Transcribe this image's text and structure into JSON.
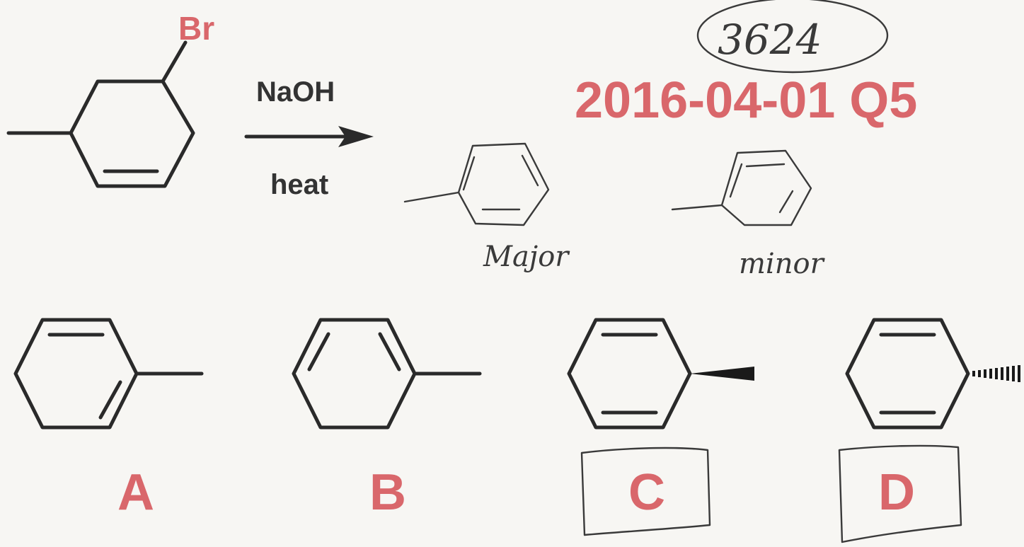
{
  "reaction": {
    "leaving_group": "Br",
    "reagent": "NaOH",
    "condition": "heat"
  },
  "header": {
    "handwritten_id": "3624",
    "question_id": "2016-04-01 Q5"
  },
  "annotations": {
    "major_label": "Major",
    "minor_label": "minor"
  },
  "choices": [
    {
      "label": "A",
      "boxed": false
    },
    {
      "label": "B",
      "boxed": false
    },
    {
      "label": "C",
      "boxed": true
    },
    {
      "label": "D",
      "boxed": true
    }
  ],
  "colors": {
    "accent": "#d9676b",
    "ink": "#2a2a2a",
    "paper": "#f7f6f3"
  }
}
